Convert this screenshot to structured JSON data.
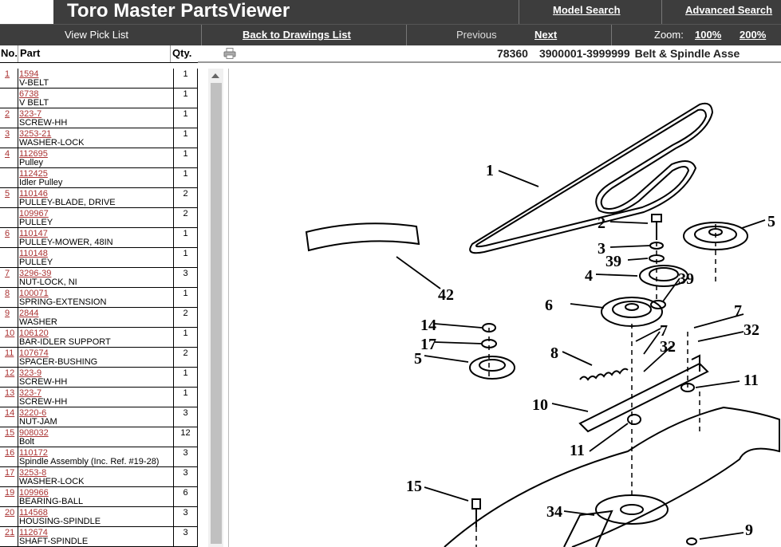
{
  "header": {
    "title": "Toro Master PartsViewer",
    "model_search": "Model Search",
    "advanced_search": "Advanced Search"
  },
  "nav": {
    "view_pick_list": "View Pick List",
    "back_to_drawings": "Back to Drawings List",
    "previous": "Previous",
    "next": "Next",
    "zoom_label": "Zoom:",
    "zoom_100": "100%",
    "zoom_200": "200%"
  },
  "table": {
    "col_no": "No.",
    "col_part": "Part",
    "col_qty": "Qty.",
    "rows": [
      {
        "no": "1",
        "part": "1594",
        "desc": "V-BELT",
        "qty": "1"
      },
      {
        "no": "",
        "part": "6738",
        "desc": "V BELT",
        "qty": "1"
      },
      {
        "no": "2",
        "part": "323-7",
        "desc": "SCREW-HH",
        "qty": "1"
      },
      {
        "no": "3",
        "part": "3253-21",
        "desc": "WASHER-LOCK",
        "qty": "1"
      },
      {
        "no": "4",
        "part": "112695",
        "desc": "Pulley",
        "qty": "1"
      },
      {
        "no": "",
        "part": "112425",
        "desc": "Idler Pulley",
        "qty": "1"
      },
      {
        "no": "5",
        "part": "110146",
        "desc": "PULLEY-BLADE, DRIVE",
        "qty": "2"
      },
      {
        "no": "",
        "part": "109967",
        "desc": "PULLEY",
        "qty": "2"
      },
      {
        "no": "6",
        "part": "110147",
        "desc": "PULLEY-MOWER, 48IN",
        "qty": "1"
      },
      {
        "no": "",
        "part": "110148",
        "desc": "PULLEY",
        "qty": "1"
      },
      {
        "no": "7",
        "part": "3296-39",
        "desc": "NUT-LOCK, NI",
        "qty": "3"
      },
      {
        "no": "8",
        "part": "100071",
        "desc": "SPRING-EXTENSION",
        "qty": "1"
      },
      {
        "no": "9",
        "part": "2844",
        "desc": "WASHER",
        "qty": "2"
      },
      {
        "no": "10",
        "part": "106120",
        "desc": "BAR-IDLER SUPPORT",
        "qty": "1"
      },
      {
        "no": "11",
        "part": "107674",
        "desc": "SPACER-BUSHING",
        "qty": "2"
      },
      {
        "no": "12",
        "part": "323-9",
        "desc": "SCREW-HH",
        "qty": "1"
      },
      {
        "no": "13",
        "part": "323-7",
        "desc": "SCREW-HH",
        "qty": "1"
      },
      {
        "no": "14",
        "part": "3220-6",
        "desc": "NUT-JAM",
        "qty": "3"
      },
      {
        "no": "15",
        "part": "908032",
        "desc": "Bolt",
        "qty": "12"
      },
      {
        "no": "16",
        "part": "110172",
        "desc": "Spindle Assembly (Inc. Ref. #19-28)",
        "qty": "3"
      },
      {
        "no": "17",
        "part": "3253-8",
        "desc": "WASHER-LOCK",
        "qty": "3"
      },
      {
        "no": "19",
        "part": "109966",
        "desc": "BEARING-BALL",
        "qty": "6"
      },
      {
        "no": "20",
        "part": "114568",
        "desc": "HOUSING-SPINDLE",
        "qty": "3"
      },
      {
        "no": "21",
        "part": "112674",
        "desc": "SHAFT-SPINDLE",
        "qty": "3"
      }
    ]
  },
  "drawing": {
    "model": "78360",
    "serial_range": "3900001-3999999",
    "name": "Belt & Spindle Asse",
    "callouts": [
      "1",
      "2",
      "3",
      "39",
      "4",
      "39",
      "5",
      "6",
      "7",
      "32",
      "42",
      "14",
      "17",
      "5",
      "8",
      "7",
      "32",
      "11",
      "10",
      "11",
      "15",
      "34",
      "9"
    ]
  }
}
